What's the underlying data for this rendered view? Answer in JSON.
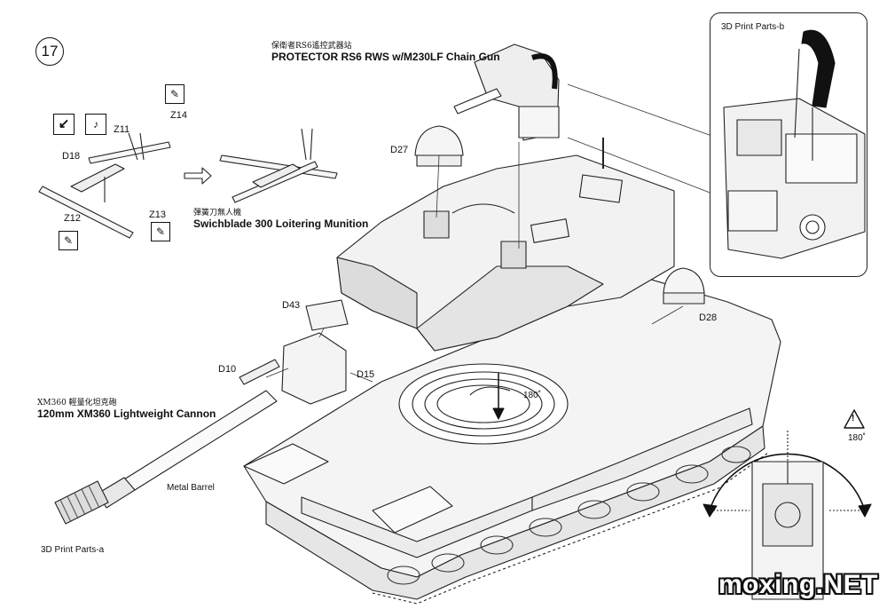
{
  "step": {
    "number": "17"
  },
  "rws": {
    "title_zh": "保衛者RS6遙控武器站",
    "title_en": "PROTECTOR RS6 RWS w/M230LF Chain Gun"
  },
  "munition": {
    "title_zh": "彈簧刀無人機",
    "title_en": "Swichblade 300 Loitering Munition"
  },
  "cannon": {
    "title_zh": "XM360 輕量化坦克砲",
    "title_en": "120mm XM360 Lightweight Cannon"
  },
  "part_labels": {
    "z11": "Z11",
    "z12": "Z12",
    "z13": "Z13",
    "z14": "Z14",
    "d18": "D18",
    "d27": "D27",
    "d28": "D28",
    "d43": "D43",
    "d10": "D10",
    "d15": "D15"
  },
  "notes": {
    "callout_title": "3D Print Parts-b",
    "print_parts_a": "3D Print Parts-a",
    "metal_barrel": "Metal Barrel",
    "rotation": "180˚",
    "rotation_inset": "180˚",
    "warning_symbol": "!"
  },
  "watermark": "moxing.NET",
  "icons": [
    "step-number-icon",
    "cement-glue-icon",
    "part-number-icon",
    "paint-icon",
    "warning-icon",
    "rotation-arrow-icon",
    "transfer-arrow-icon"
  ]
}
